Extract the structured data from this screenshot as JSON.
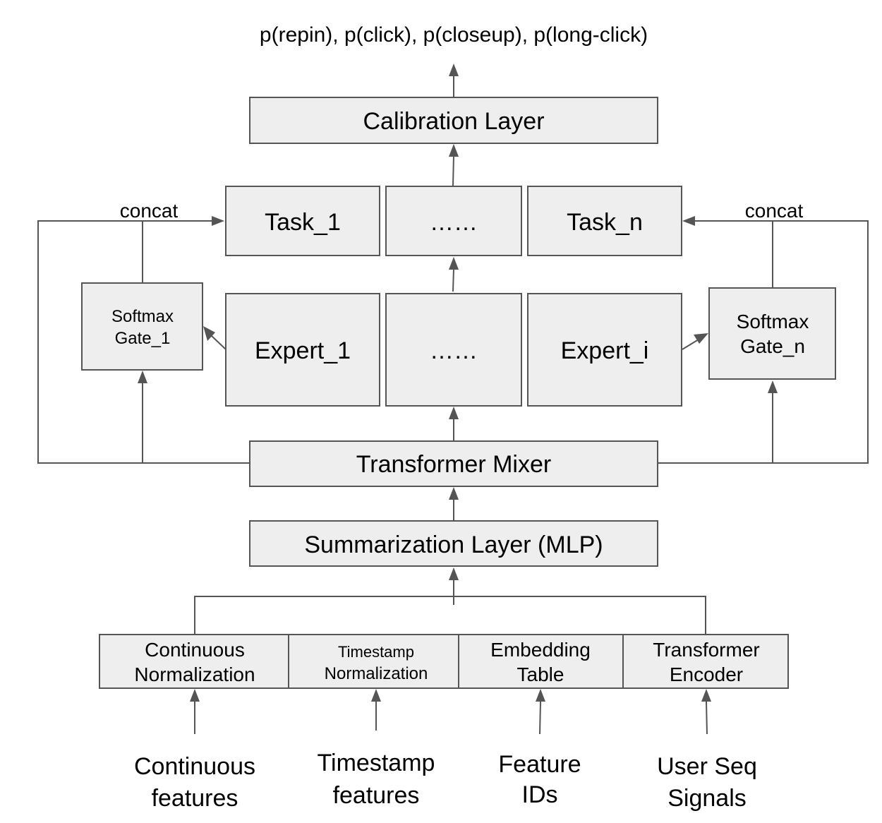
{
  "output_label": "p(repin), p(click), p(closeup), p(long-click)",
  "calibration_layer": "Calibration Layer",
  "tasks": {
    "first": "Task_1",
    "middle": "……",
    "last": "Task_n"
  },
  "experts": {
    "first": "Expert_1",
    "middle": "……",
    "last": "Expert_i"
  },
  "gate_left": {
    "line1": "Softmax",
    "line2": "Gate_1"
  },
  "gate_right": {
    "line1": "Softmax",
    "line2": "Gate_n"
  },
  "concat_left": "concat",
  "concat_right": "concat",
  "transformer_mixer": "Transformer Mixer",
  "summarization_layer": "Summarization Layer (MLP)",
  "feature_modules": [
    {
      "line1": "Continuous",
      "line2": "Normalization"
    },
    {
      "line1": "Timestamp",
      "line2": "Normalization"
    },
    {
      "line1": "Embedding",
      "line2": "Table"
    },
    {
      "line1": "Transformer",
      "line2": "Encoder"
    }
  ],
  "inputs": [
    {
      "line1": "Continuous",
      "line2": "features"
    },
    {
      "line1": "Timestamp",
      "line2": "features"
    },
    {
      "line1": "Feature",
      "line2": "IDs"
    },
    {
      "line1": "User Seq",
      "line2": "Signals"
    }
  ],
  "colors": {
    "box_fill": "#eeeeee",
    "stroke": "#555555",
    "text": "#000000"
  }
}
